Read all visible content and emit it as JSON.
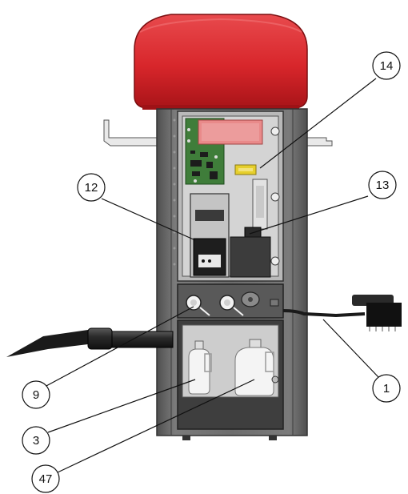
{
  "diagram": {
    "callouts": [
      {
        "id": "callout-14",
        "label": "14"
      },
      {
        "id": "callout-12",
        "label": "12"
      },
      {
        "id": "callout-13",
        "label": "13"
      },
      {
        "id": "callout-9",
        "label": "9"
      },
      {
        "id": "callout-1",
        "label": "1"
      },
      {
        "id": "callout-3",
        "label": "3"
      },
      {
        "id": "callout-47",
        "label": "47"
      }
    ],
    "colors": {
      "dome_red": "#d8262b",
      "cabinet_grey": "#6a6a6a",
      "panel_dark": "#4a4a4a",
      "pcb_green": "#3f7d3a",
      "bottle_white": "#f4f4f4"
    }
  }
}
